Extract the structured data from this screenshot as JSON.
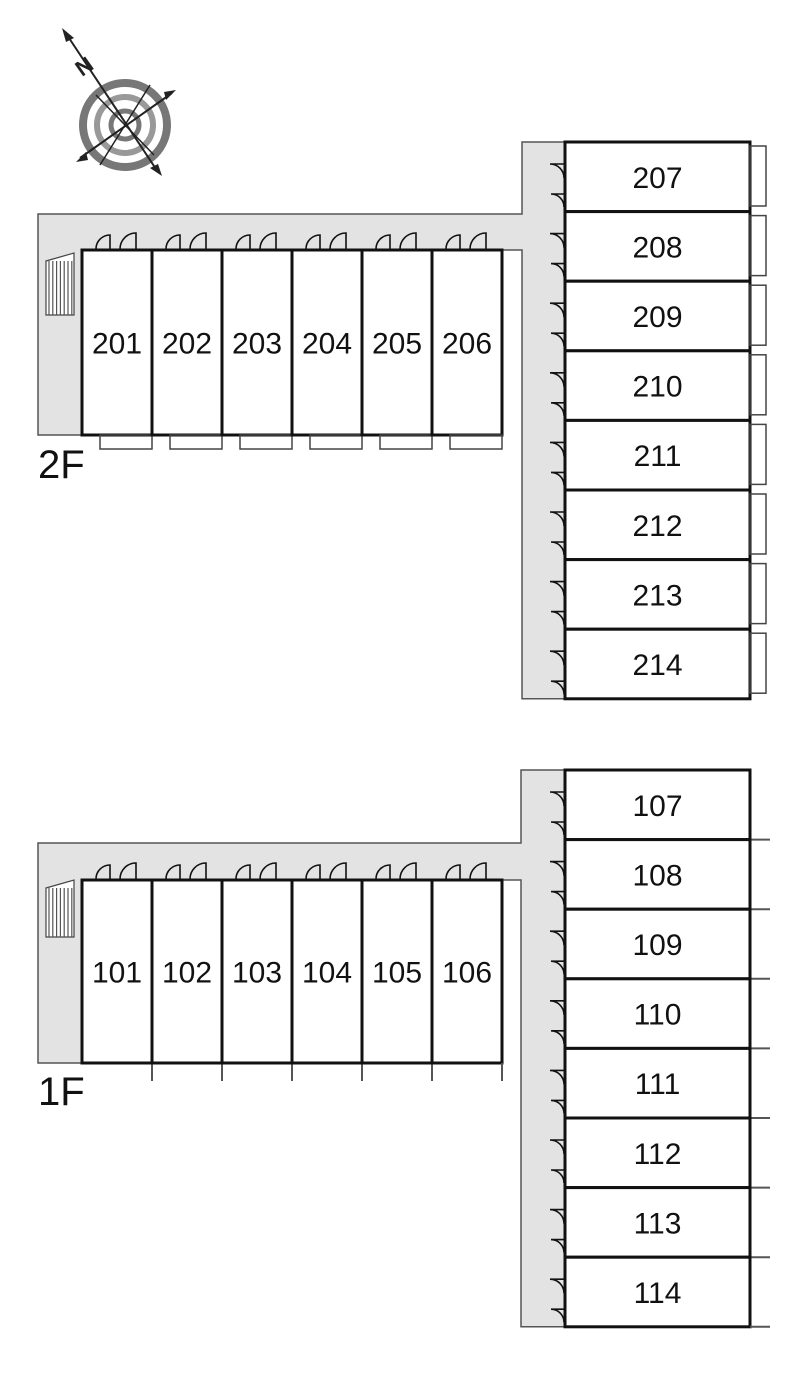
{
  "compass": {
    "north_letter": "N",
    "icon": "compass-rose-icon"
  },
  "floors": [
    {
      "label": "2F",
      "row_units": [
        "201",
        "202",
        "203",
        "204",
        "205",
        "206"
      ],
      "column_units": [
        "207",
        "208",
        "209",
        "210",
        "211",
        "212",
        "213",
        "214"
      ]
    },
    {
      "label": "1F",
      "row_units": [
        "101",
        "102",
        "103",
        "104",
        "105",
        "106"
      ],
      "column_units": [
        "107",
        "108",
        "109",
        "110",
        "111",
        "112",
        "113",
        "114"
      ]
    }
  ],
  "colors": {
    "walkway": "#e3e3e3",
    "wall": "#111111",
    "background": "#ffffff"
  }
}
